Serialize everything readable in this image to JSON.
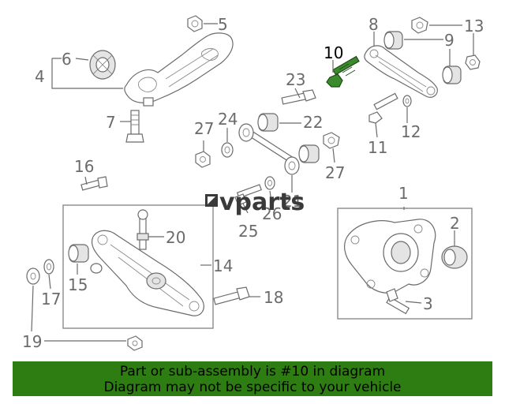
{
  "diagram": {
    "highlighted_part": "10",
    "callouts": {
      "c1": "1",
      "c2": "2",
      "c3": "3",
      "c4": "4",
      "c5": "5",
      "c6": "6",
      "c7": "7",
      "c8": "8",
      "c9": "9",
      "c10": "10",
      "c11": "11",
      "c12": "12",
      "c13": "13",
      "c14": "14",
      "c15": "15",
      "c16": "16",
      "c17": "17",
      "c18": "18",
      "c19": "19",
      "c20": "20",
      "c21": "21",
      "c22": "22",
      "c23": "23",
      "c24": "24",
      "c25": "25",
      "c26": "26",
      "c27a": "27",
      "c27b": "27"
    }
  },
  "watermark": {
    "brand": "vparts"
  },
  "banner": {
    "line1": "Part or sub-assembly is #10 in diagram",
    "line2": "Diagram may not be specific to your vehicle",
    "color": "#2e7d12"
  }
}
